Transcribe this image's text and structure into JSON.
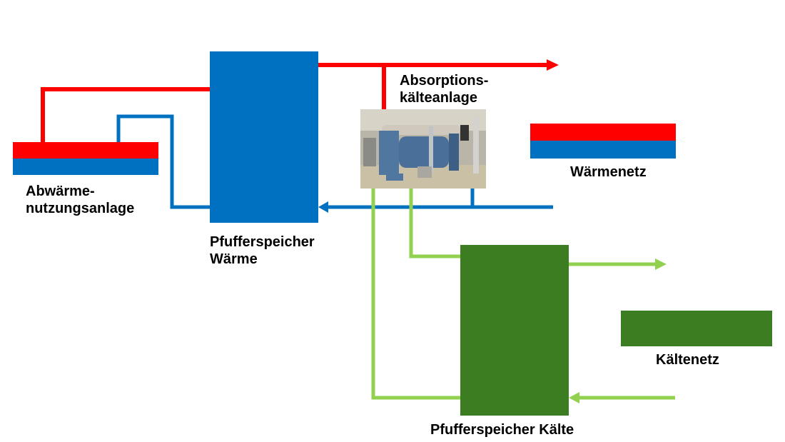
{
  "colors": {
    "hot": "#ff0000",
    "warm_return": "#0070c0",
    "cold_pipe": "#92d050",
    "cold_store": "#3c7d22"
  },
  "labels": {
    "abwaerme_line1": "Abwärme-",
    "abwaerme_line2": "nutzungsanlage",
    "pufferspeicher_waerme_line1": "Pfufferspeicher",
    "pufferspeicher_waerme_line2": "Wärme",
    "absorption_line1": "Absorptions-",
    "absorption_line2": "kälteanlage",
    "waermenetz": "Wärmenetz",
    "kaeltenetz": "Kältenetz",
    "pufferspeicher_kaelte": "Pfufferspeicher Kälte"
  },
  "photo": {
    "subject": "absorption-chiller-photo"
  }
}
